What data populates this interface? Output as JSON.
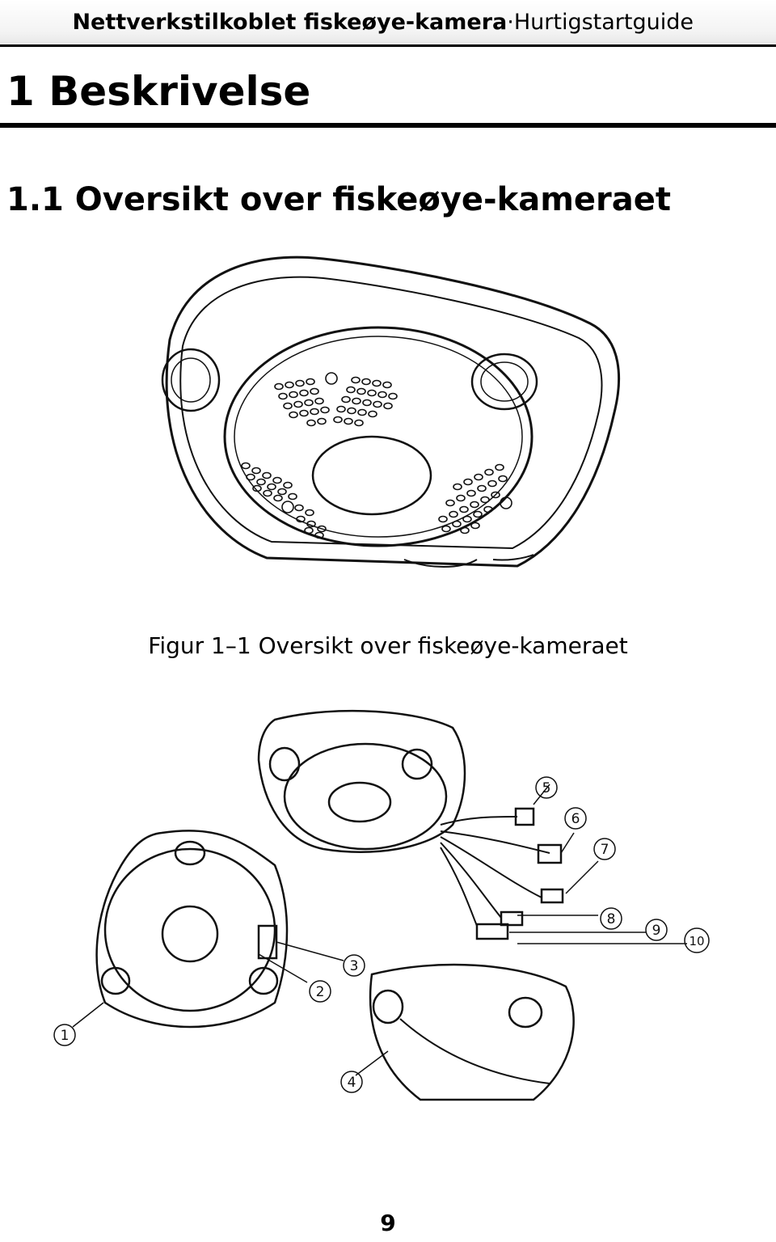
{
  "header": {
    "product": "Nettverkstilkoblet fiskeøye-kamera",
    "separator": "·",
    "guide": "Hurtigstartguide"
  },
  "chapter": {
    "title": "1 Beskrivelse"
  },
  "section": {
    "title": "1.1 Oversikt over fiskeøye-kameraet"
  },
  "figure": {
    "caption": "Figur 1–1 Oversikt over fiskeøye-kameraet",
    "callouts": [
      "1",
      "2",
      "3",
      "4",
      "5",
      "6",
      "7",
      "8",
      "9",
      "10"
    ]
  },
  "page": {
    "number": "9"
  }
}
